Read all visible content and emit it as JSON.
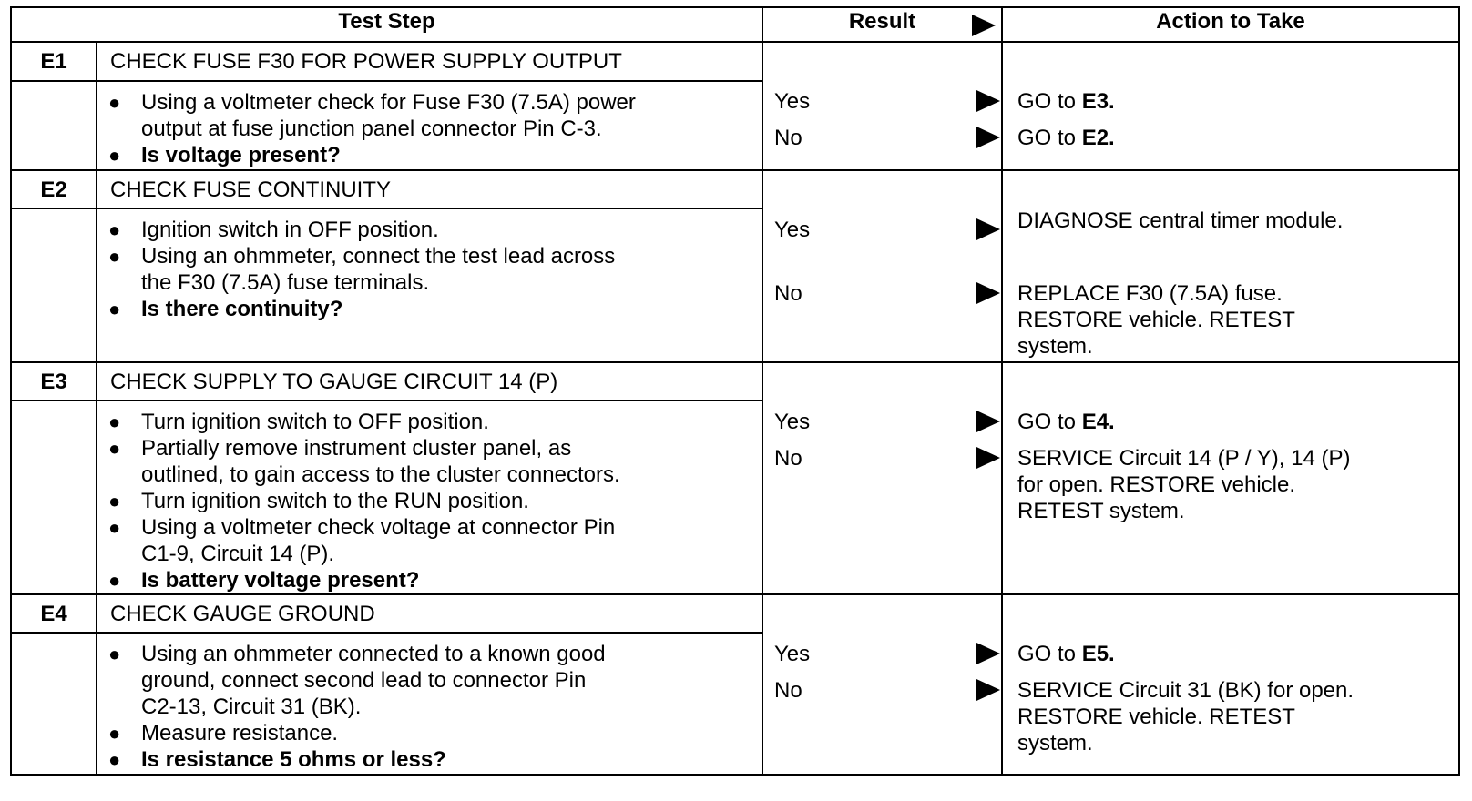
{
  "headers": {
    "test_step": "Test Step",
    "result": "Result",
    "action": "Action to Take"
  },
  "sections": [
    {
      "code": "E1",
      "title": "CHECK FUSE F30 FOR POWER SUPPLY OUTPUT",
      "steps": [
        {
          "lines": [
            "Using a voltmeter check for Fuse F30 (7.5A) power",
            "output at fuse junction panel connector Pin C-3."
          ],
          "bold": false
        },
        {
          "lines": [
            "Is voltage present?"
          ],
          "bold": true
        }
      ],
      "results": [
        {
          "label": "Yes",
          "action_prefix": "GO to ",
          "action_bold": "E3."
        },
        {
          "label": "No",
          "action_prefix": "GO to ",
          "action_bold": "E2."
        }
      ]
    },
    {
      "code": "E2",
      "title": "CHECK FUSE CONTINUITY",
      "steps": [
        {
          "lines": [
            "Ignition switch in OFF position."
          ],
          "bold": false
        },
        {
          "lines": [
            "Using an ohmmeter, connect the test lead across",
            "the F30 (7.5A) fuse terminals."
          ],
          "bold": false
        },
        {
          "lines": [
            "Is there continuity?"
          ],
          "bold": true
        }
      ],
      "results": [
        {
          "label": "Yes",
          "action_lines": [
            "DIAGNOSE central timer  module."
          ]
        },
        {
          "label": "No",
          "action_lines": [
            "REPLACE F30 (7.5A) fuse.",
            "RESTORE vehicle. RETEST",
            "system."
          ]
        }
      ]
    },
    {
      "code": "E3",
      "title": "CHECK SUPPLY TO GAUGE CIRCUIT 14 (P)",
      "steps": [
        {
          "lines": [
            "Turn ignition switch to OFF position."
          ],
          "bold": false
        },
        {
          "lines": [
            "Partially remove instrument cluster panel, as",
            "outlined, to gain access to the cluster connectors."
          ],
          "bold": false
        },
        {
          "lines": [
            "Turn ignition switch to the RUN position."
          ],
          "bold": false
        },
        {
          "lines": [
            "Using a voltmeter check voltage at connector Pin",
            "C1-9, Circuit 14 (P)."
          ],
          "bold": false
        },
        {
          "lines": [
            "Is battery voltage present?"
          ],
          "bold": true
        }
      ],
      "results": [
        {
          "label": "Yes",
          "action_prefix": "GO to ",
          "action_bold": "E4."
        },
        {
          "label": "No",
          "action_lines": [
            "SERVICE Circuit 14 (P / Y), 14 (P)",
            "for open. RESTORE vehicle.",
            "RETEST system."
          ]
        }
      ]
    },
    {
      "code": "E4",
      "title": "CHECK GAUGE GROUND",
      "steps": [
        {
          "lines": [
            "Using an ohmmeter connected to a known good",
            "ground, connect second lead to connector Pin",
            "C2-13, Circuit 31 (BK)."
          ],
          "bold": false
        },
        {
          "lines": [
            "Measure resistance."
          ],
          "bold": false
        },
        {
          "lines": [
            "Is resistance 5 ohms or less?"
          ],
          "bold": true
        }
      ],
      "results": [
        {
          "label": "Yes",
          "action_prefix": "GO to ",
          "action_bold": "E5."
        },
        {
          "label": "No",
          "action_lines": [
            "SERVICE Circuit 31 (BK) for open.",
            "RESTORE vehicle. RETEST",
            "system."
          ]
        }
      ]
    }
  ]
}
